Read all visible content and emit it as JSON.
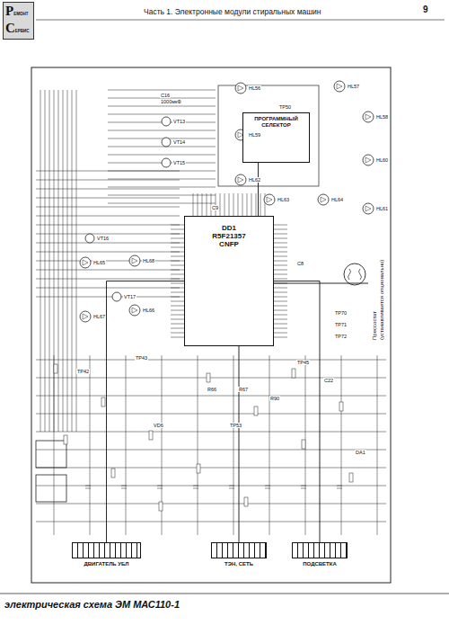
{
  "diagram": {
    "title": "Часть 1. Электронные модули стиральных машин",
    "caption": "электрическая схема ЭМ МАС110-1",
    "nodes": [
      {
        "text": [
          "Р",
          "ЕМОНТ",
          "С",
          "ЕРВИС"
        ]
      },
      {
        "text": [
          "DD1",
          "R5F21357 CNFP"
        ]
      },
      {
        "text": [
          "ПРОГРАММНЫЙ СЕЛЕКТОР"
        ]
      },
      {
        "text": [
          "Прессостат",
          "(устанавливается опционально)"
        ]
      },
      {
        "text": [
          "ДВИГАТЕЛЬ УБЛ"
        ]
      },
      {
        "text": [
          "ТЭН, СЕТЬ"
        ]
      },
      {
        "text": [
          "ПОДСВЕТКА"
        ]
      }
    ],
    "edges": [
      {
        "from": 1,
        "to": 2,
        "arrow": "none"
      },
      {
        "from": 1,
        "to": 3,
        "arrow": "none"
      },
      {
        "from": 1,
        "to": 4,
        "arrow": "none"
      },
      {
        "from": 1,
        "to": 5,
        "arrow": "none"
      },
      {
        "from": 1,
        "to": 6,
        "arrow": "none"
      }
    ],
    "labels": [
      "9",
      "HL56",
      "HL57",
      "HL58",
      "HL59",
      "HL60",
      "HL61",
      "HL62",
      "HL63",
      "HL64",
      "HL65",
      "HL66",
      "HL67",
      "HL68",
      "VT13",
      "VT14",
      "VT15",
      "VT16",
      "VT17",
      "TP42",
      "TP43",
      "TP53",
      "TP70",
      "TP71",
      "TP72",
      "TP45",
      "TP50",
      "C16",
      "1000мкФ",
      "C8",
      "C9",
      "C22",
      "R66",
      "R67",
      "R90",
      "VD6",
      "DA1"
    ]
  }
}
